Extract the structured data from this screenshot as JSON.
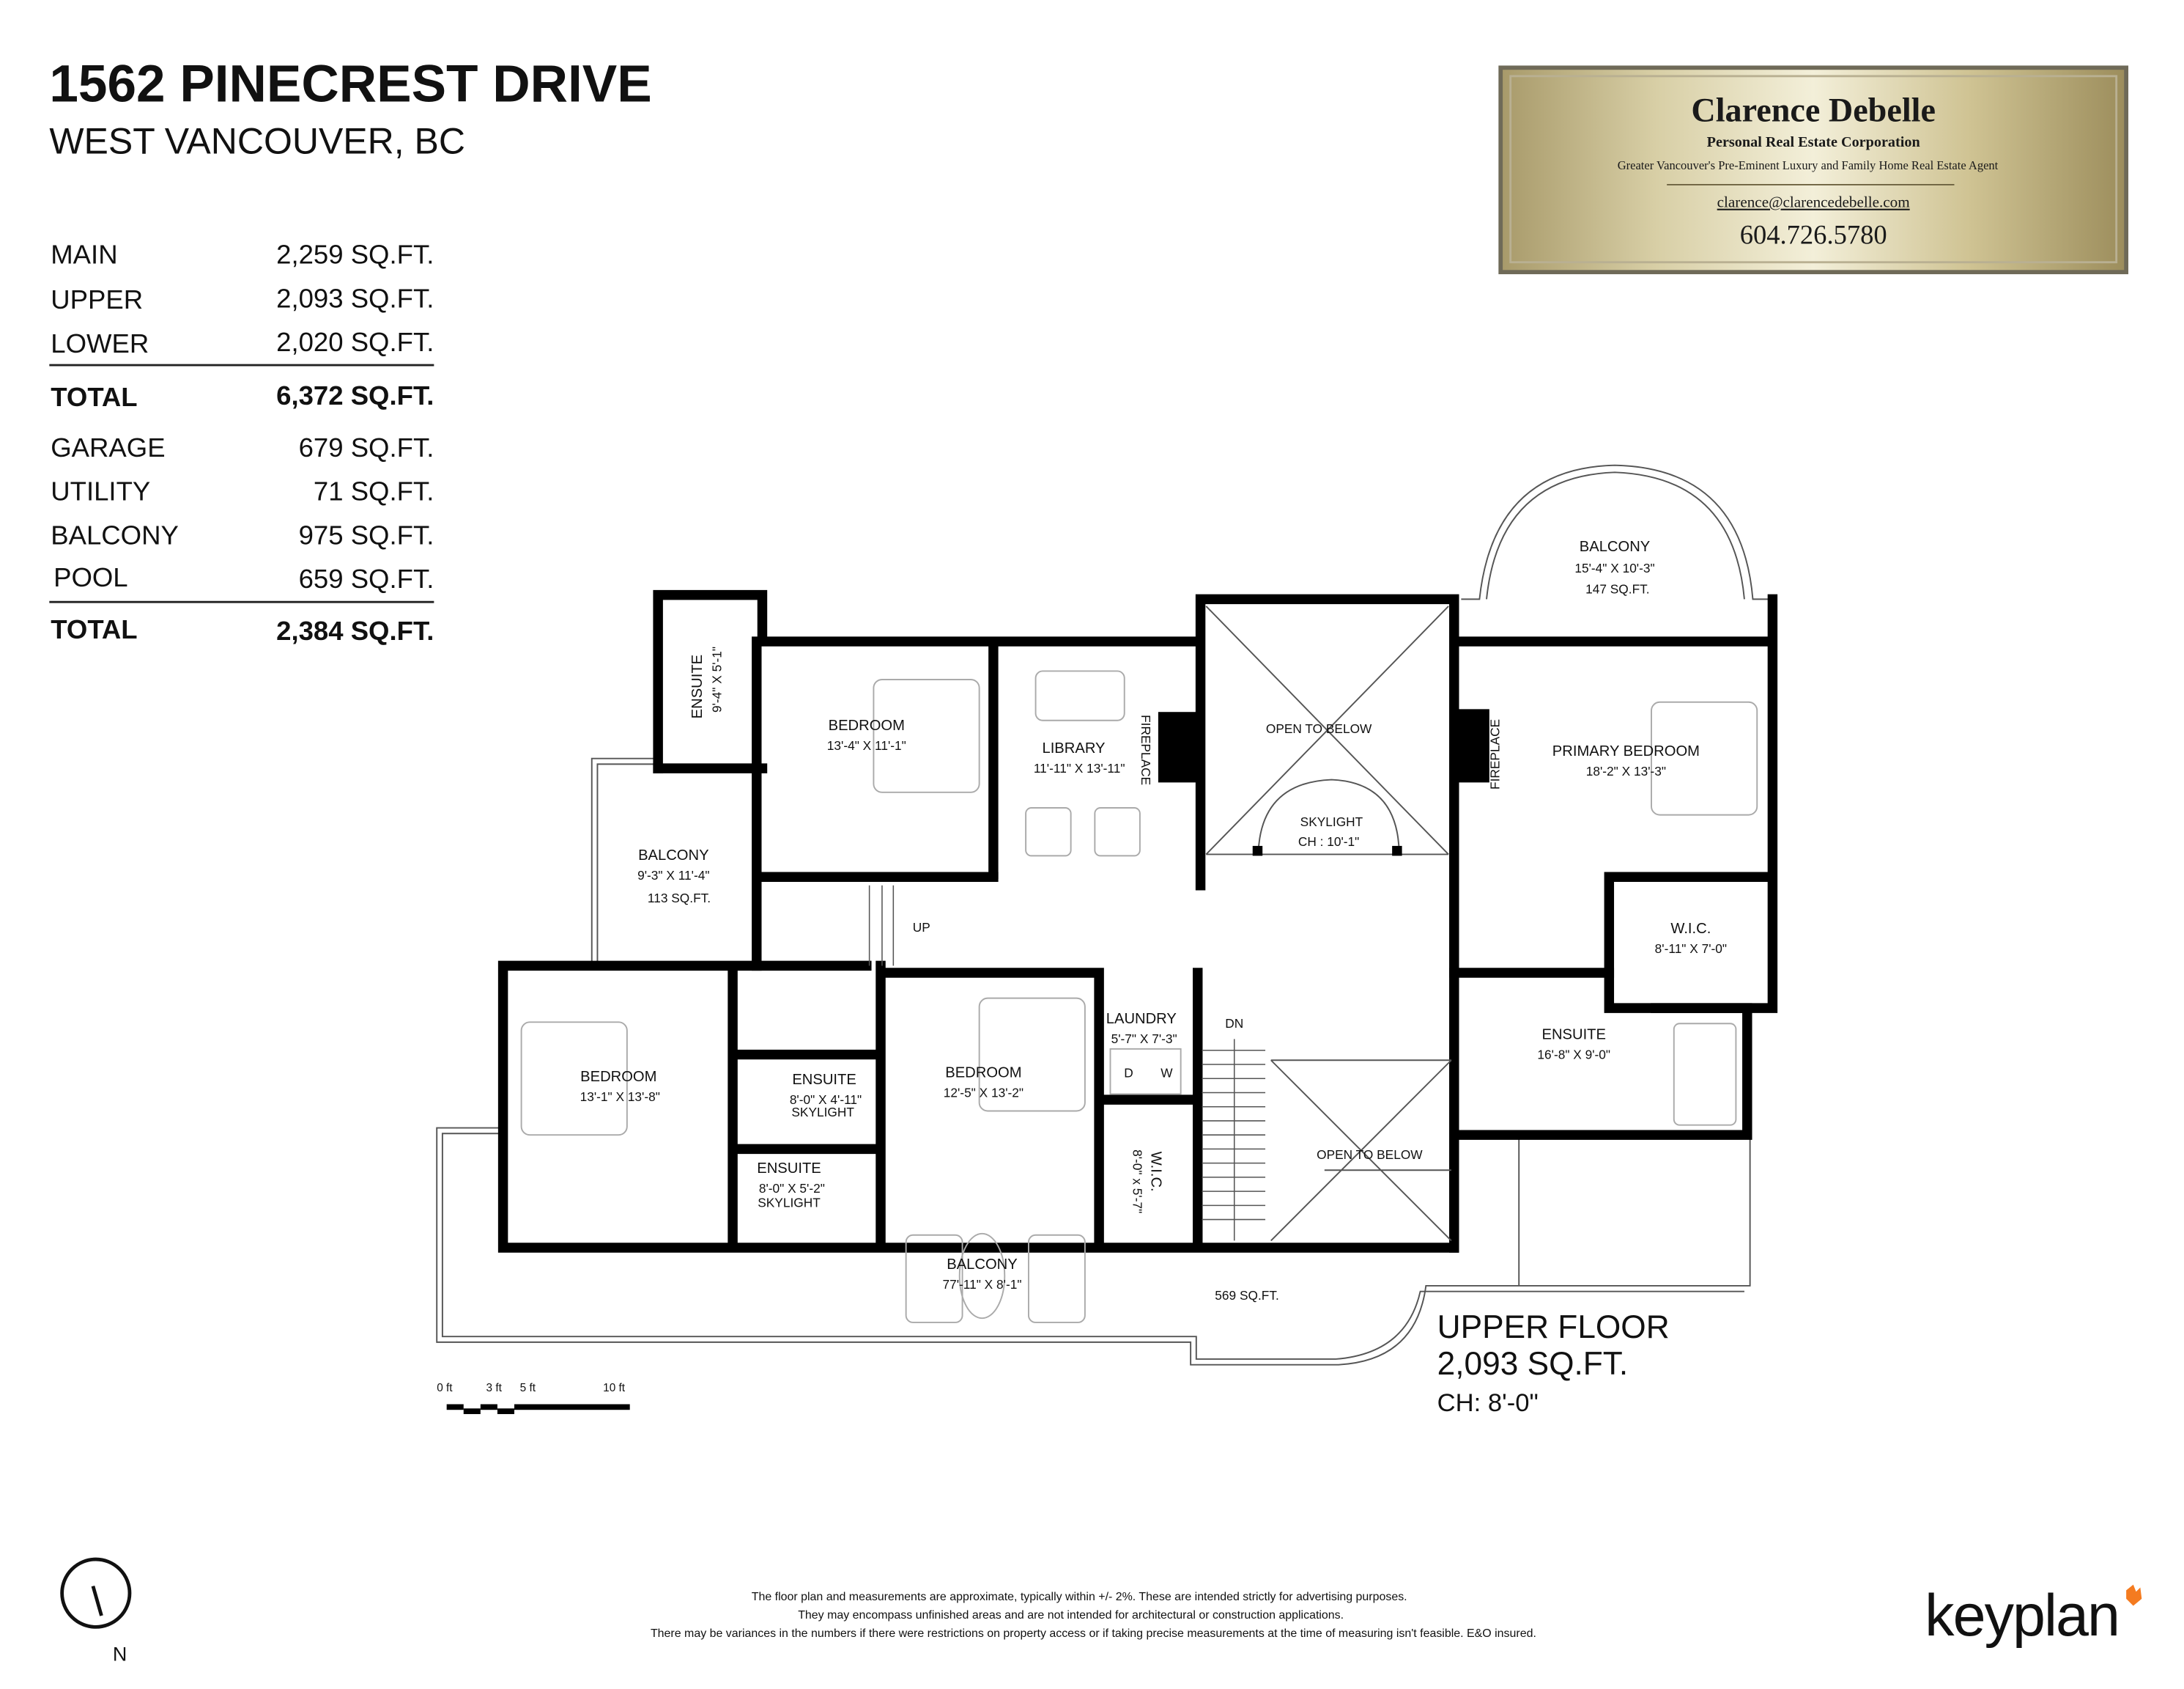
{
  "header": {
    "title": "1562 PINECREST DRIVE",
    "subtitle": "WEST VANCOUVER, BC"
  },
  "areas": {
    "finished": [
      {
        "label": "MAIN",
        "value": "2,259 SQ.FT."
      },
      {
        "label": "UPPER",
        "value": "2,093 SQ.FT."
      },
      {
        "label": "LOWER",
        "value": "2,020 SQ.FT."
      }
    ],
    "finished_total": {
      "label": "TOTAL",
      "value": "6,372 SQ.FT."
    },
    "other": [
      {
        "label": "GARAGE",
        "value": "679 SQ.FT."
      },
      {
        "label": "UTILITY",
        "value": "71 SQ.FT."
      },
      {
        "label": "BALCONY",
        "value": "975 SQ.FT."
      },
      {
        "label": "POOL",
        "value": "659 SQ.FT."
      }
    ],
    "other_total": {
      "label": "TOTAL",
      "value": "2,384 SQ.FT."
    }
  },
  "agent": {
    "name": "Clarence Debelle",
    "corp": "Personal Real Estate Corporation",
    "tagline": "Greater Vancouver's Pre-Eminent Luxury and Family Home Real Estate Agent",
    "email": "clarence@clarencedebelle.com",
    "phone": "604.726.5780"
  },
  "rooms": [
    {
      "name": "ENSUITE",
      "dims": "9'-4\" X 5'-1\""
    },
    {
      "name": "BEDROOM",
      "dims": "13'-4\" X 11'-1\""
    },
    {
      "name": "LIBRARY",
      "dims": "11'-11\" X 13'-11\""
    },
    {
      "name": "OPEN TO BELOW"
    },
    {
      "name": "SKYLIGHT",
      "dims": "CH : 10'-1\""
    },
    {
      "name": "BALCONY",
      "dims": "15'-4\" X 10'-3\"",
      "area": "147 SQ.FT."
    },
    {
      "name": "PRIMARY BEDROOM",
      "dims": "18'-2\" X 13'-3\""
    },
    {
      "name": "W.I.C.",
      "dims": "8'-11\" X 7'-0\""
    },
    {
      "name": "ENSUITE",
      "dims": "16'-8\" X 9'-0\""
    },
    {
      "name": "OPEN TO BELOW"
    },
    {
      "name": "BALCONY",
      "dims": "9'-3\" X 11'-4\"",
      "area": "113 SQ.FT."
    },
    {
      "name": "BEDROOM",
      "dims": "13'-1\" X 13'-8\""
    },
    {
      "name": "ENSUITE",
      "dims": "8'-0\" X 4'-11\"",
      "note": "SKYLIGHT"
    },
    {
      "name": "ENSUITE",
      "dims": "8'-0\" X 5'-2\"",
      "note": "SKYLIGHT"
    },
    {
      "name": "BEDROOM",
      "dims": "12'-5\" X 13'-2\""
    },
    {
      "name": "LAUNDRY",
      "dims": "5'-7\" X 7'-3\""
    },
    {
      "name": "W.I.C.",
      "dims": "8'-0\" x 5'-7\""
    },
    {
      "name": "BALCONY",
      "dims": "77'-11\" X 8'-1\"",
      "area": "569 SQ.FT."
    }
  ],
  "plan_labels": {
    "fireplace": "FIREPLACE",
    "up": "UP",
    "dn": "DN",
    "dryer": "D",
    "washer": "W"
  },
  "floor": {
    "name": "UPPER FLOOR",
    "area": "2,093 SQ.FT.",
    "ceiling": "CH: 8'-0\""
  },
  "scale": [
    "0 ft",
    "3 ft",
    "5 ft",
    "10 ft"
  ],
  "compass": {
    "label": "N"
  },
  "disclaimer": [
    "The floor plan and measurements are approximate, typically within +/- 2%. These are intended strictly for advertising purposes.",
    "They may encompass unfinished areas and are not intended for architectural or construction applications.",
    "There may be variances in the numbers if there were restrictions on property access or if taking precise measurements at the time of measuring isn't feasible. E&O insured."
  ],
  "brand": {
    "name": "keyplan",
    "accent": "#f47b20"
  }
}
